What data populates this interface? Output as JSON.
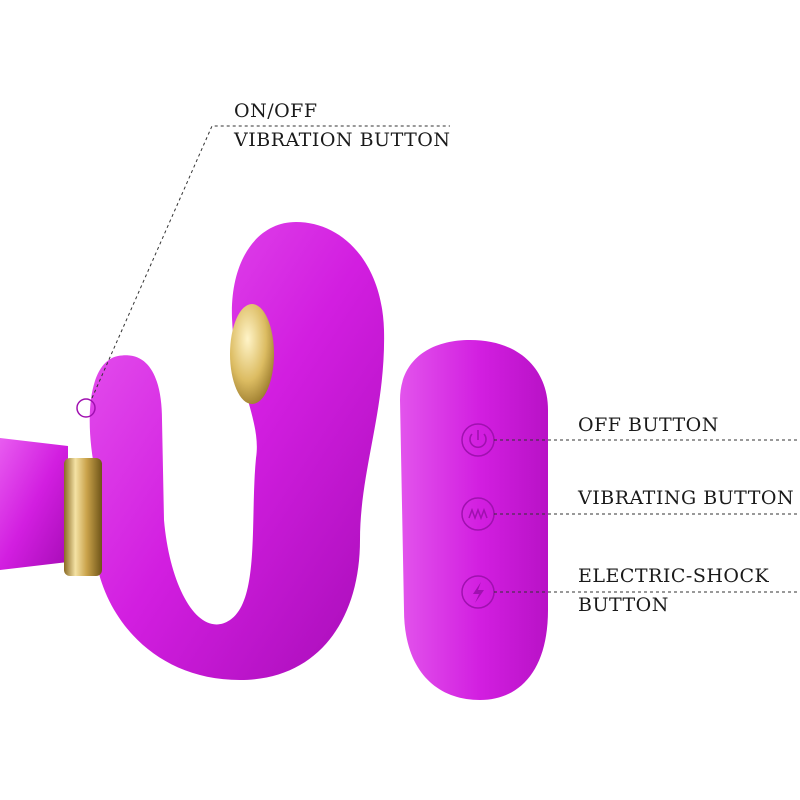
{
  "labels": {
    "onoff_line1": "ON/OFF",
    "onoff_line2": "VIBRATION BUTTON",
    "off_button": "OFF BUTTON",
    "vibrating_button": "VIBRATING BUTTON",
    "shock_line1": "ELECTRIC-SHOCK",
    "shock_line2": "BUTTON"
  },
  "icons": {
    "power": "power-icon",
    "vibration": "vibration-wave-icon",
    "shock": "lightning-bolt-icon"
  },
  "colors": {
    "body": "#d41ee0",
    "body_light": "#e24cec",
    "body_dark": "#a80cb8",
    "gold": "#d8b65a",
    "line": "#333333"
  }
}
